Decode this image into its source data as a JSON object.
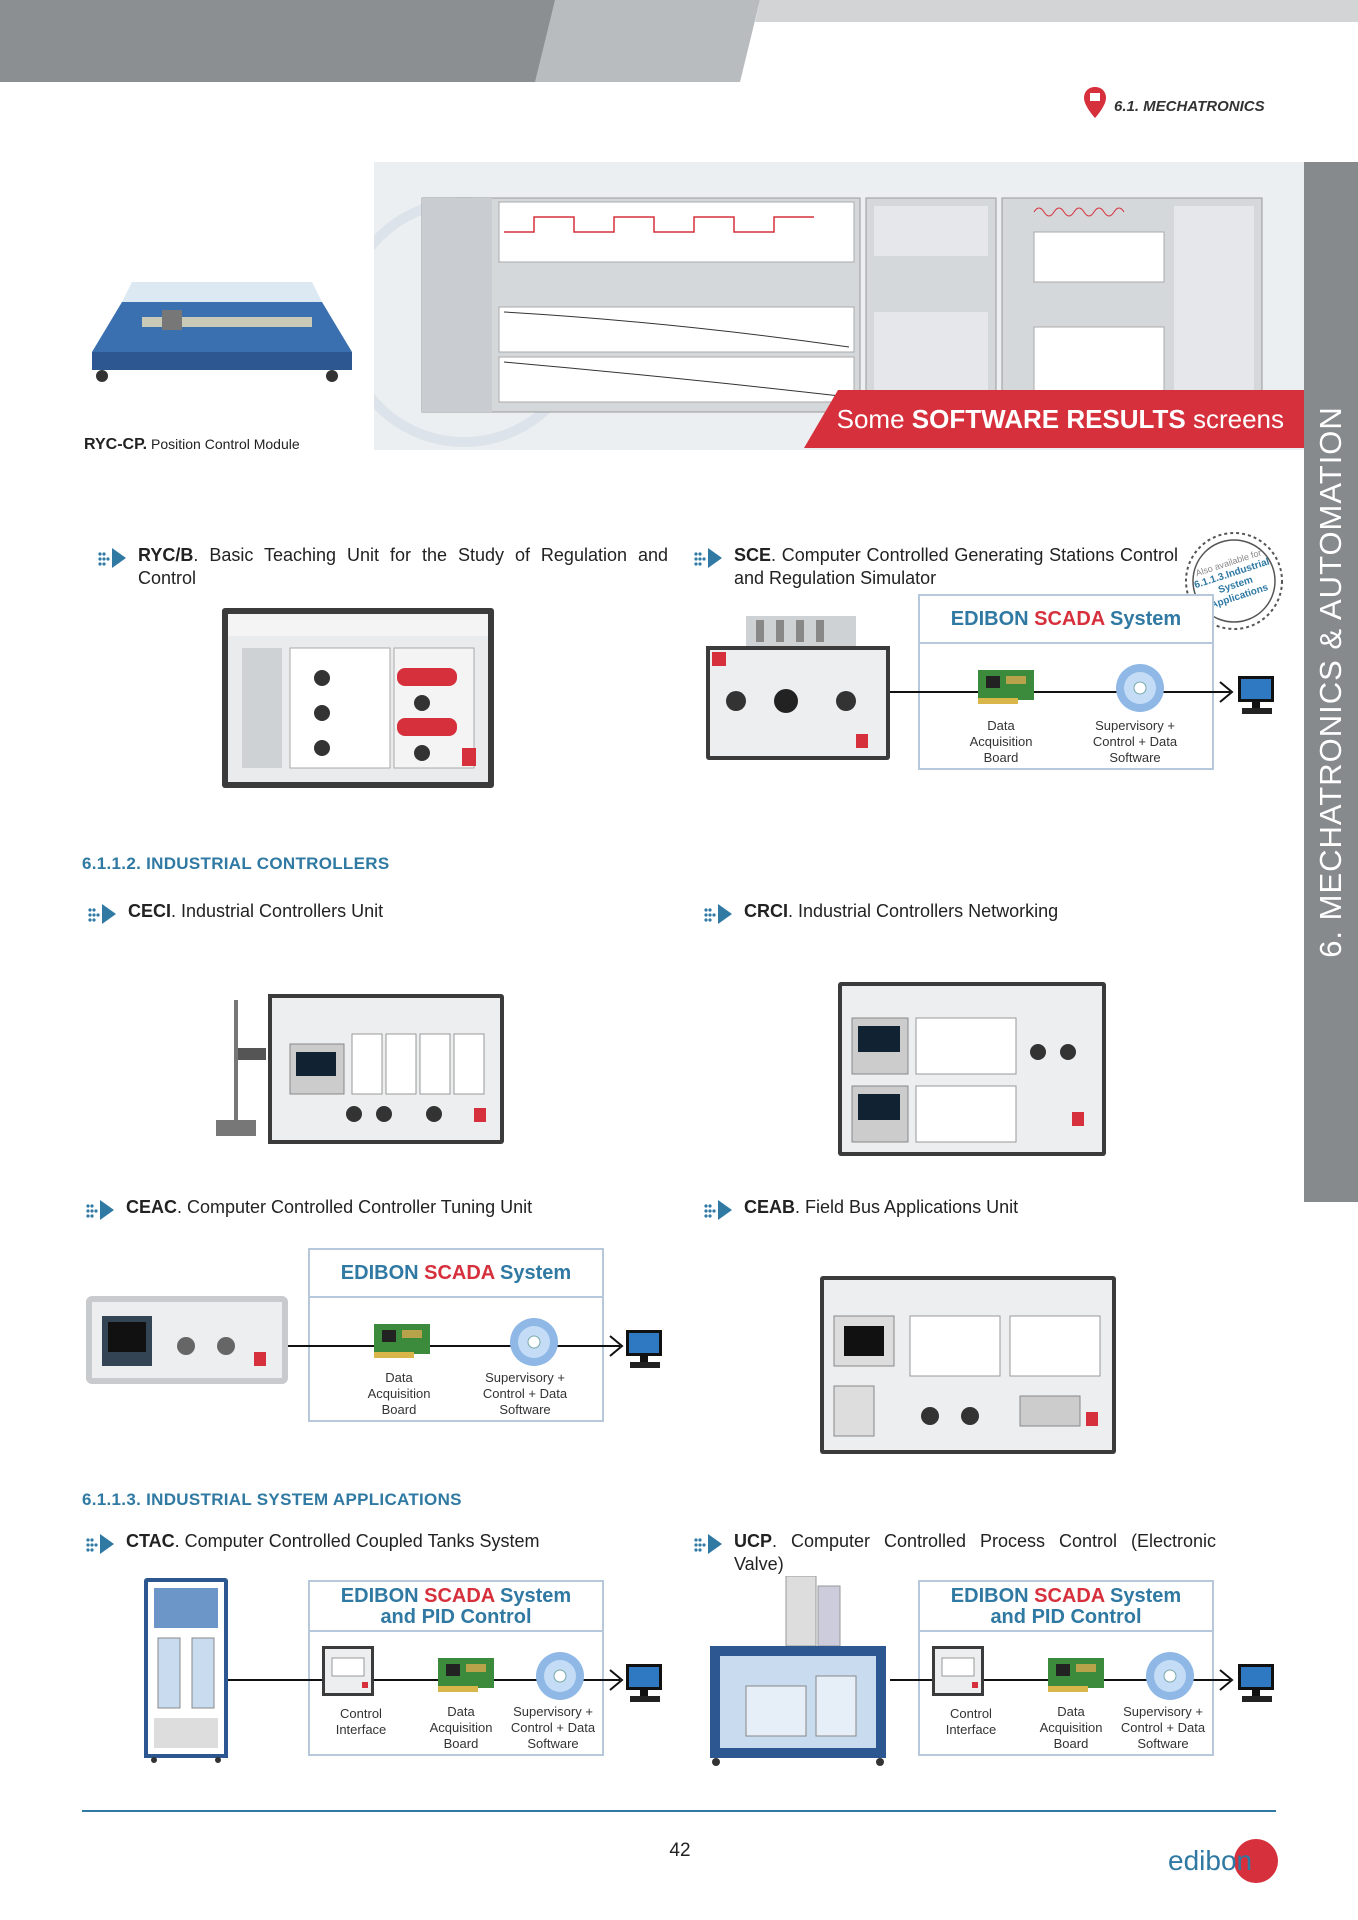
{
  "header": {
    "section_tag": "6.1. MECHATRONICS",
    "side_tab": "6. MECHATRONICS & AUTOMATION"
  },
  "top": {
    "ryc_cp": {
      "code": "RYC-CP.",
      "desc": "Position Control Module"
    },
    "software_ribbon": {
      "pre": "Some ",
      "bold": "SOFTWARE RESULTS",
      "post": " screens"
    }
  },
  "items": {
    "rycb": {
      "code": "RYC/B",
      "text": ". Basic Teaching Unit for the Study of Regulation and Control"
    },
    "sce": {
      "code": "SCE",
      "text": ". Computer Controlled Generating Stations Control and Regulation Simulator"
    },
    "ceci": {
      "code": "CECI",
      "text": ". Industrial Controllers Unit"
    },
    "crci": {
      "code": "CRCI",
      "text": ". Industrial Controllers Networking"
    },
    "ceac": {
      "code": "CEAC",
      "text": ". Computer Controlled Controller Tuning Unit"
    },
    "ceab": {
      "code": "CEAB",
      "text": ". Field Bus Applications Unit"
    },
    "ctac": {
      "code": "CTAC",
      "text": ". Computer Controlled Coupled Tanks System"
    },
    "ucp": {
      "code": "UCP",
      "text": ". Computer Controlled Process Control (Electronic Valve)"
    }
  },
  "subheadings": {
    "industrial_controllers": "6.1.1.2. INDUSTRIAL CONTROLLERS",
    "industrial_system_applications": "6.1.1.3. INDUSTRIAL SYSTEM APPLICATIONS"
  },
  "stamp": {
    "lines": [
      "Also available for",
      "6.1.1.3.Industrial",
      "System",
      "Applications"
    ]
  },
  "scada": {
    "title_pre": "EDIBON ",
    "title_red": "SCADA",
    "title_post": " System",
    "pid_line": "and ",
    "pid_bold": "PID Control",
    "daq": [
      "Data",
      "Acquisition",
      "Board"
    ],
    "sw": [
      "Supervisory +",
      "Control + Data",
      "Software"
    ],
    "ci": [
      "Control",
      "Interface"
    ]
  },
  "footer": {
    "page_number": "42",
    "logo": "edibon"
  }
}
